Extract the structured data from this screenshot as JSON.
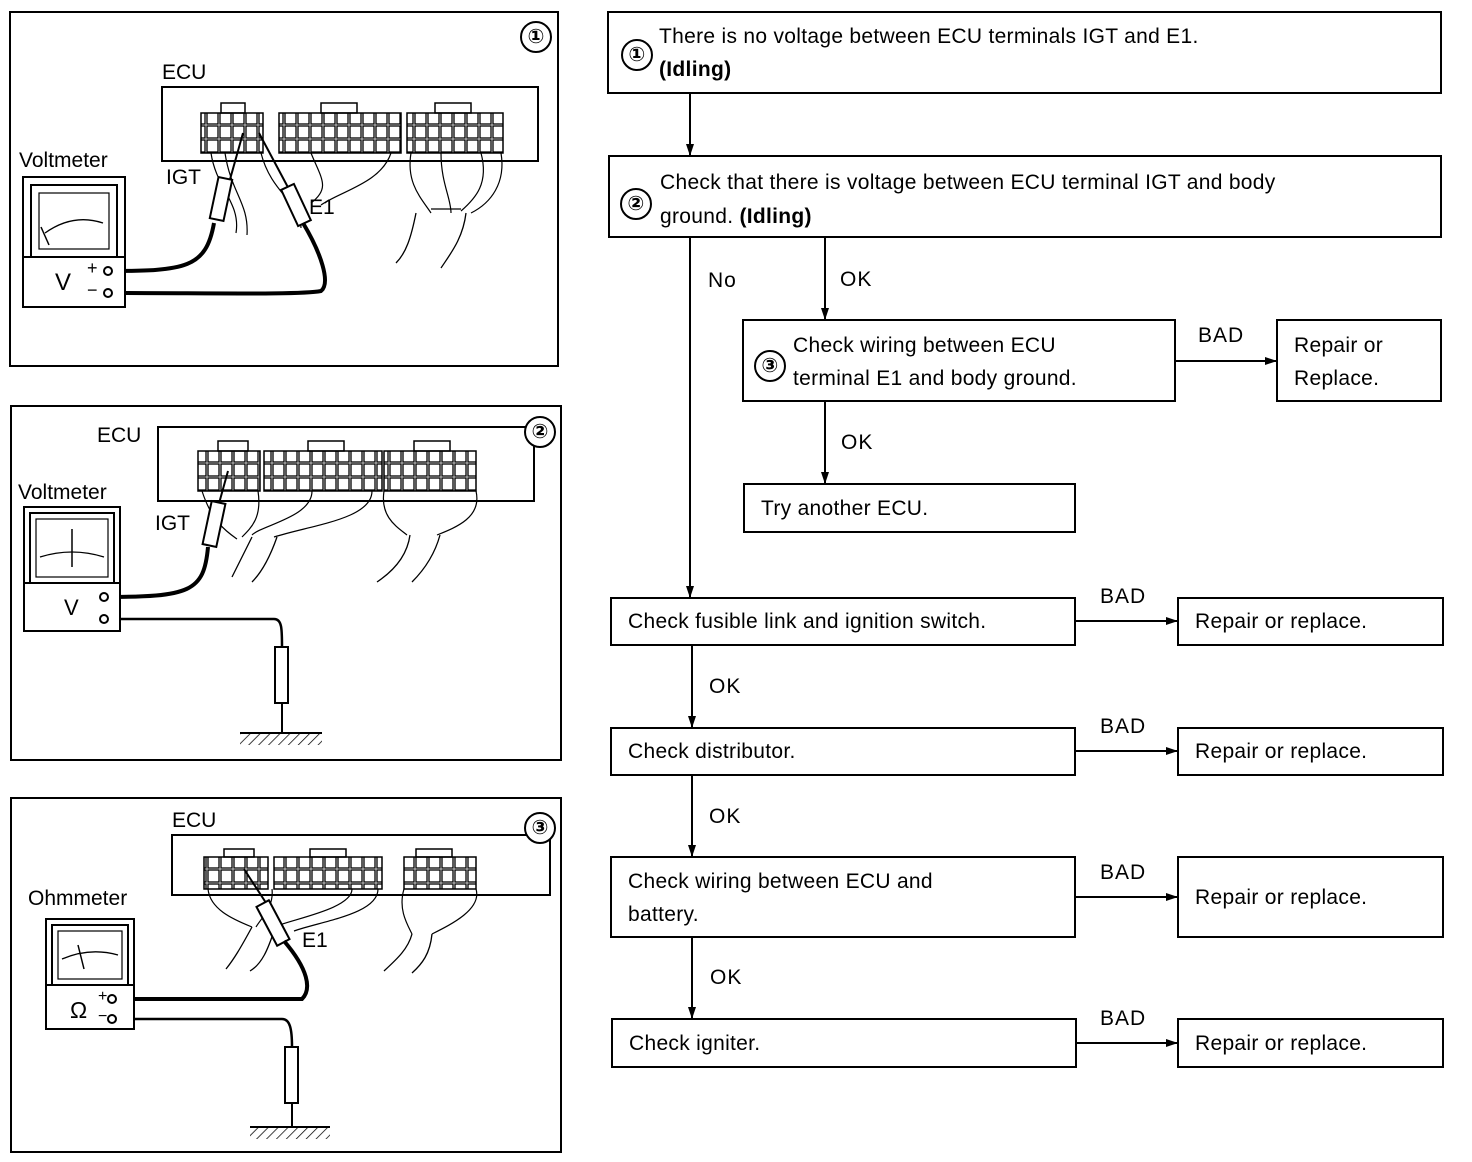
{
  "panels": [
    {
      "number": "①",
      "labels": {
        "unit": "ECU",
        "meter": "Voltmeter",
        "probe1": "IGT",
        "probe2": "E1",
        "meter_symbol": "V",
        "plus": "+",
        "minus": "−"
      }
    },
    {
      "number": "②",
      "labels": {
        "unit": "ECU",
        "meter": "Voltmeter",
        "probe1": "IGT",
        "meter_symbol": "V"
      }
    },
    {
      "number": "③",
      "labels": {
        "unit": "ECU",
        "meter": "Ohmmeter",
        "probe2": "E1",
        "meter_symbol": "Ω",
        "plus": "+",
        "minus": "−"
      }
    }
  ],
  "flow": {
    "step1": {
      "num": "①",
      "line1": "There is no voltage between ECU terminals IGT and E1.",
      "line2": "(Idling)"
    },
    "step2": {
      "num": "②",
      "line1": "Check that there is voltage between ECU terminal IGT and body",
      "line2a": "ground. ",
      "line2b": "(Idling)"
    },
    "step3": {
      "num": "③",
      "line1": "Check wiring between ECU",
      "line2": "terminal E1 and body ground."
    },
    "repair_caps": {
      "line1": "Repair or",
      "line2": "Replace."
    },
    "try_ecu": "Try another ECU.",
    "check_fusible": "Check fusible link and ignition switch.",
    "check_distributor": "Check distributor.",
    "check_wiring_battery": {
      "line1": "Check wiring between ECU and",
      "line2": "battery."
    },
    "check_igniter": "Check igniter.",
    "repair": "Repair or replace.",
    "labels": {
      "no": "No",
      "ok": "OK",
      "bad": "BAD"
    }
  }
}
